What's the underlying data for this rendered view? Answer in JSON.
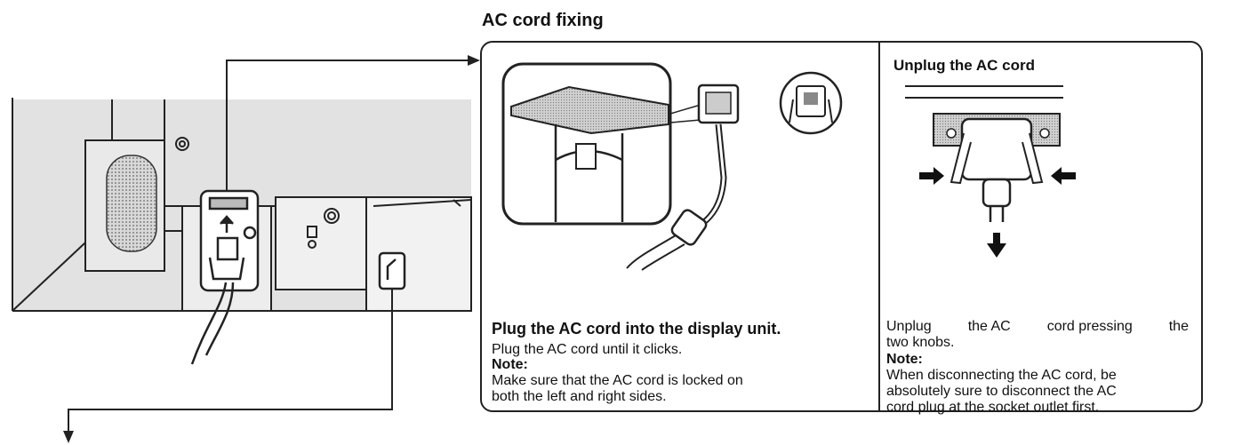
{
  "section_title": "AC cord fixing",
  "plug_panel": {
    "heading": "Plug the AC cord into the display unit.",
    "instruction": "Plug the AC cord until it clicks.",
    "note_label": "Note:",
    "note_lines": [
      "Make sure that the AC cord is locked on",
      "both the left and right sides."
    ]
  },
  "unplug_panel": {
    "heading": "Unplug the AC cord",
    "instruction_words": [
      "Unplug",
      "the AC",
      "cord pressing",
      "the"
    ],
    "instruction_line2": "two knobs.",
    "note_label": "Note:",
    "note_lines": [
      "When disconnecting the AC cord, be",
      "absolutely sure to disconnect the AC",
      "cord plug at the socket outlet first."
    ]
  }
}
